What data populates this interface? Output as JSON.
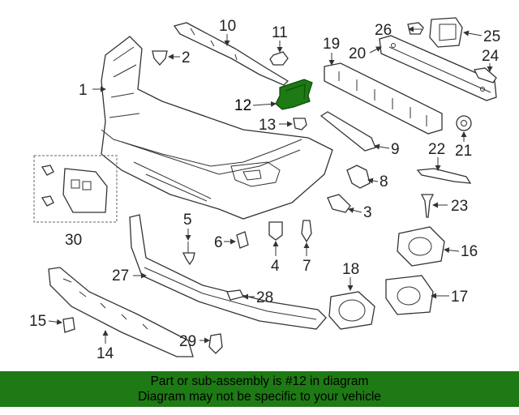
{
  "callouts": {
    "c1": "1",
    "c2": "2",
    "c3": "3",
    "c4": "4",
    "c5": "5",
    "c6": "6",
    "c7": "7",
    "c8": "8",
    "c9": "9",
    "c10": "10",
    "c11": "11",
    "c12": "12",
    "c13": "13",
    "c14": "14",
    "c15": "15",
    "c16": "16",
    "c17": "17",
    "c18": "18",
    "c19": "19",
    "c20": "20",
    "c21": "21",
    "c22": "22",
    "c23": "23",
    "c24": "24",
    "c25": "25",
    "c26": "26",
    "c27": "27",
    "c28": "28",
    "c29": "29",
    "c30": "30"
  },
  "highlight_color": "#1e7a14",
  "banner": {
    "line1": "Part or sub-assembly is #12 in diagram",
    "line2": "Diagram may not be specific to your vehicle"
  }
}
